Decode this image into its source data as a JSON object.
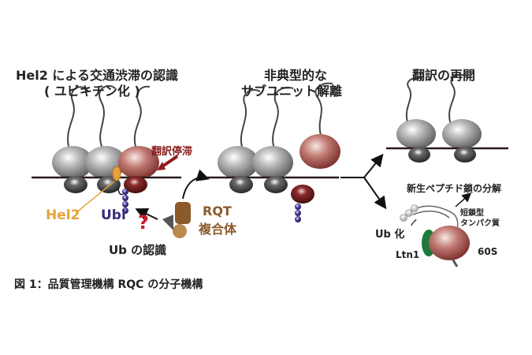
{
  "headings": {
    "stage1_line1": "Hel2 による交通渋滞の認識",
    "stage1_line2": "( ユビキチン化 )",
    "stage2_line1": "非典型的な",
    "stage2_line2": "サブユニット解離",
    "stage3": "翻訳の再開"
  },
  "labels": {
    "stall": "翻訳停滞",
    "hel2": "Hel2",
    "ubi": "Ubi",
    "question": "?",
    "rqt_line1": "RQT",
    "rqt_line2": "複合体",
    "ub_recognition": "Ub の認識",
    "peptide_degradation": "新生ペプチド鎖の分解",
    "short_protein_line1": "短鎖型",
    "short_protein_line2": "タンパク質",
    "ub_ka": "Ub 化",
    "ltn1": "Ltn1",
    "s60": "60S"
  },
  "caption": "図 1：品質管理機構 RQC の分子機構",
  "colors": {
    "hel2": "#e8a13a",
    "ubi": "#3b2a7a",
    "rqt": "#8b5a2b",
    "stall": "#8a1c1c",
    "ltn1": "#1e7a3a",
    "question": "#d0192a"
  }
}
